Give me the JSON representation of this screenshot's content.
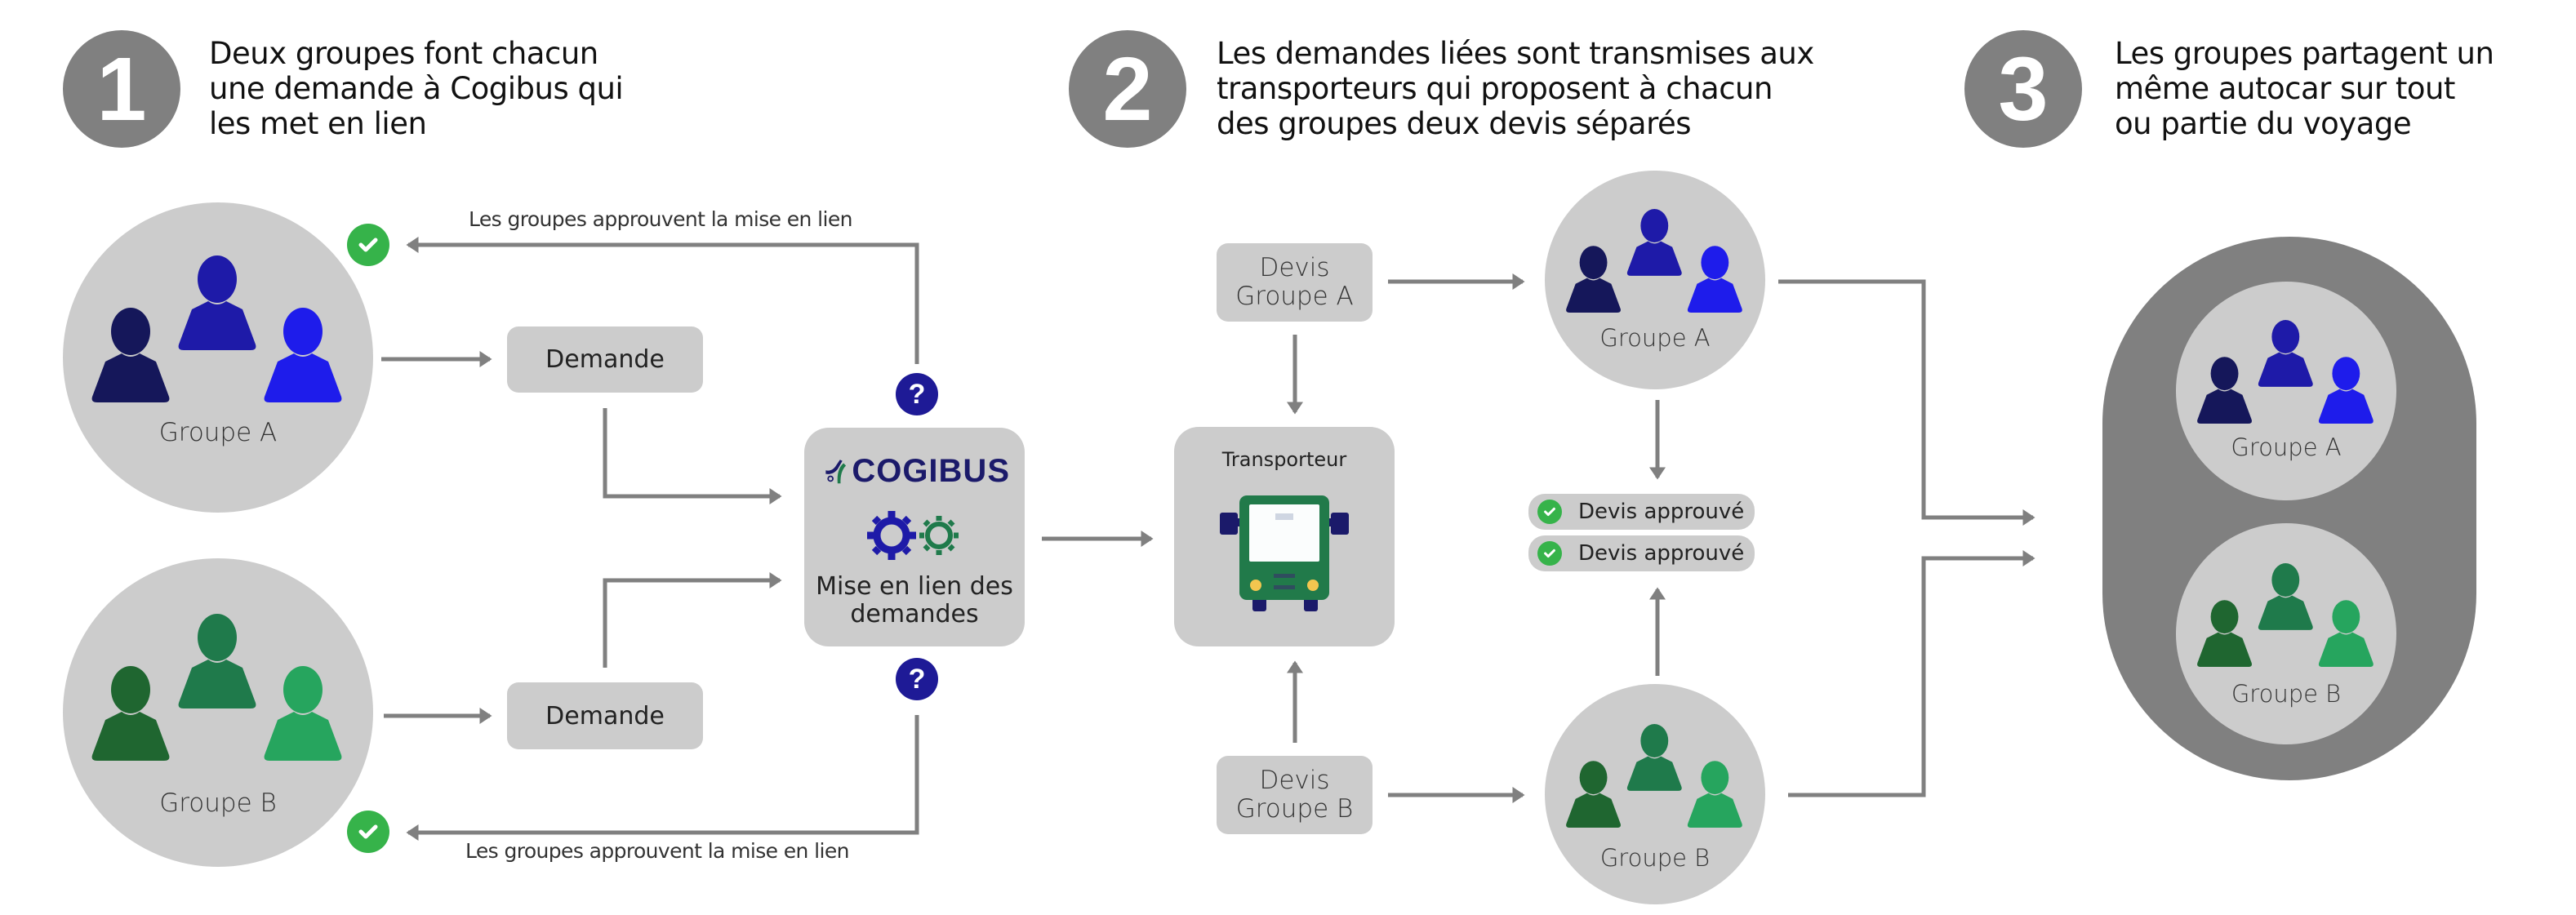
{
  "steps": [
    {
      "number": "1",
      "lines": [
        "Deux groupes font chacun",
        "une demande à Cogibus qui",
        "les met en lien"
      ]
    },
    {
      "number": "2",
      "lines": [
        "Les demandes liées sont transmises aux",
        "transporteurs qui proposent à chacun",
        "des groupes deux devis séparés"
      ]
    },
    {
      "number": "3",
      "lines": [
        "Les groupes partagent un",
        "même autocar sur tout",
        "ou partie du voyage"
      ]
    }
  ],
  "groups": {
    "a": {
      "label": "Groupe A",
      "colors": [
        "#15175a",
        "#1e1aa8",
        "#1e1ceb"
      ]
    },
    "b": {
      "label": "Groupe B",
      "colors": [
        "#1f6630",
        "#1f7a4b",
        "#26a55e"
      ]
    }
  },
  "section1": {
    "demande_a": "Demande",
    "demande_b": "Demande",
    "approval_caption_top": "Les groupes approuvent la mise en lien",
    "approval_caption_bottom": "Les groupes approuvent la mise en lien",
    "question_icon": "?",
    "cogibus": {
      "brand": "COGIBUS",
      "caption_line1": "Mise en lien des",
      "caption_line2": "demandes"
    }
  },
  "section2": {
    "transporteur_label": "Transporteur",
    "devis_a": [
      "Devis",
      "Groupe A"
    ],
    "devis_b": [
      "Devis",
      "Groupe B"
    ],
    "approved": [
      "Devis approuvé",
      "Devis approuvé"
    ]
  },
  "colors": {
    "gray_fill": "#cccccc",
    "dark_gray": "#808080",
    "check_green": "#36b34a",
    "question_blue": "#1e1a96",
    "bus_green": "#217a4a",
    "bus_navy": "#1b1a6a",
    "bus_light": "#f3c64f"
  }
}
